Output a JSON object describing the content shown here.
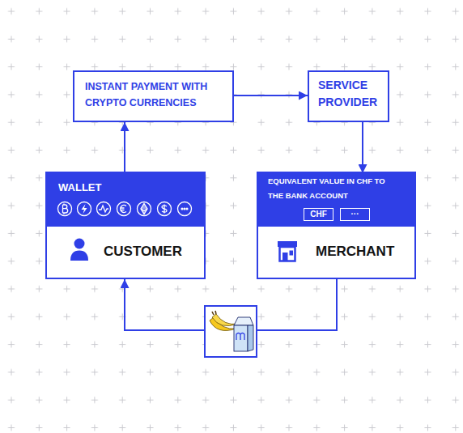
{
  "diagram": {
    "nodes": [
      {
        "text": [
          "INSTANT PAYMENT WITH CRYPTO CURRENCIES"
        ]
      },
      {
        "text": [
          "SERVICE PROVIDER"
        ]
      },
      {
        "text": [
          "CUSTOMER"
        ]
      },
      {
        "text": [
          "WALLET"
        ],
        "in": 2
      },
      {
        "text": [
          "MERCHANT"
        ]
      },
      {
        "text": [
          "EQUIVALENT VALUE IN CHF TO THE BANK ACCOUNT"
        ],
        "in": 4
      },
      {
        "text": [
          "CHF"
        ],
        "in": 5
      },
      {
        "text": [
          "···"
        ],
        "in": 5
      }
    ],
    "edges": [
      {
        "from": 3,
        "to": 0,
        "arrow": "to"
      },
      {
        "from": 0,
        "to": 1,
        "arrow": "to"
      },
      {
        "from": 1,
        "to": 5,
        "arrow": "to"
      },
      {
        "from": 4,
        "to": 2,
        "arrow": "to"
      }
    ]
  }
}
